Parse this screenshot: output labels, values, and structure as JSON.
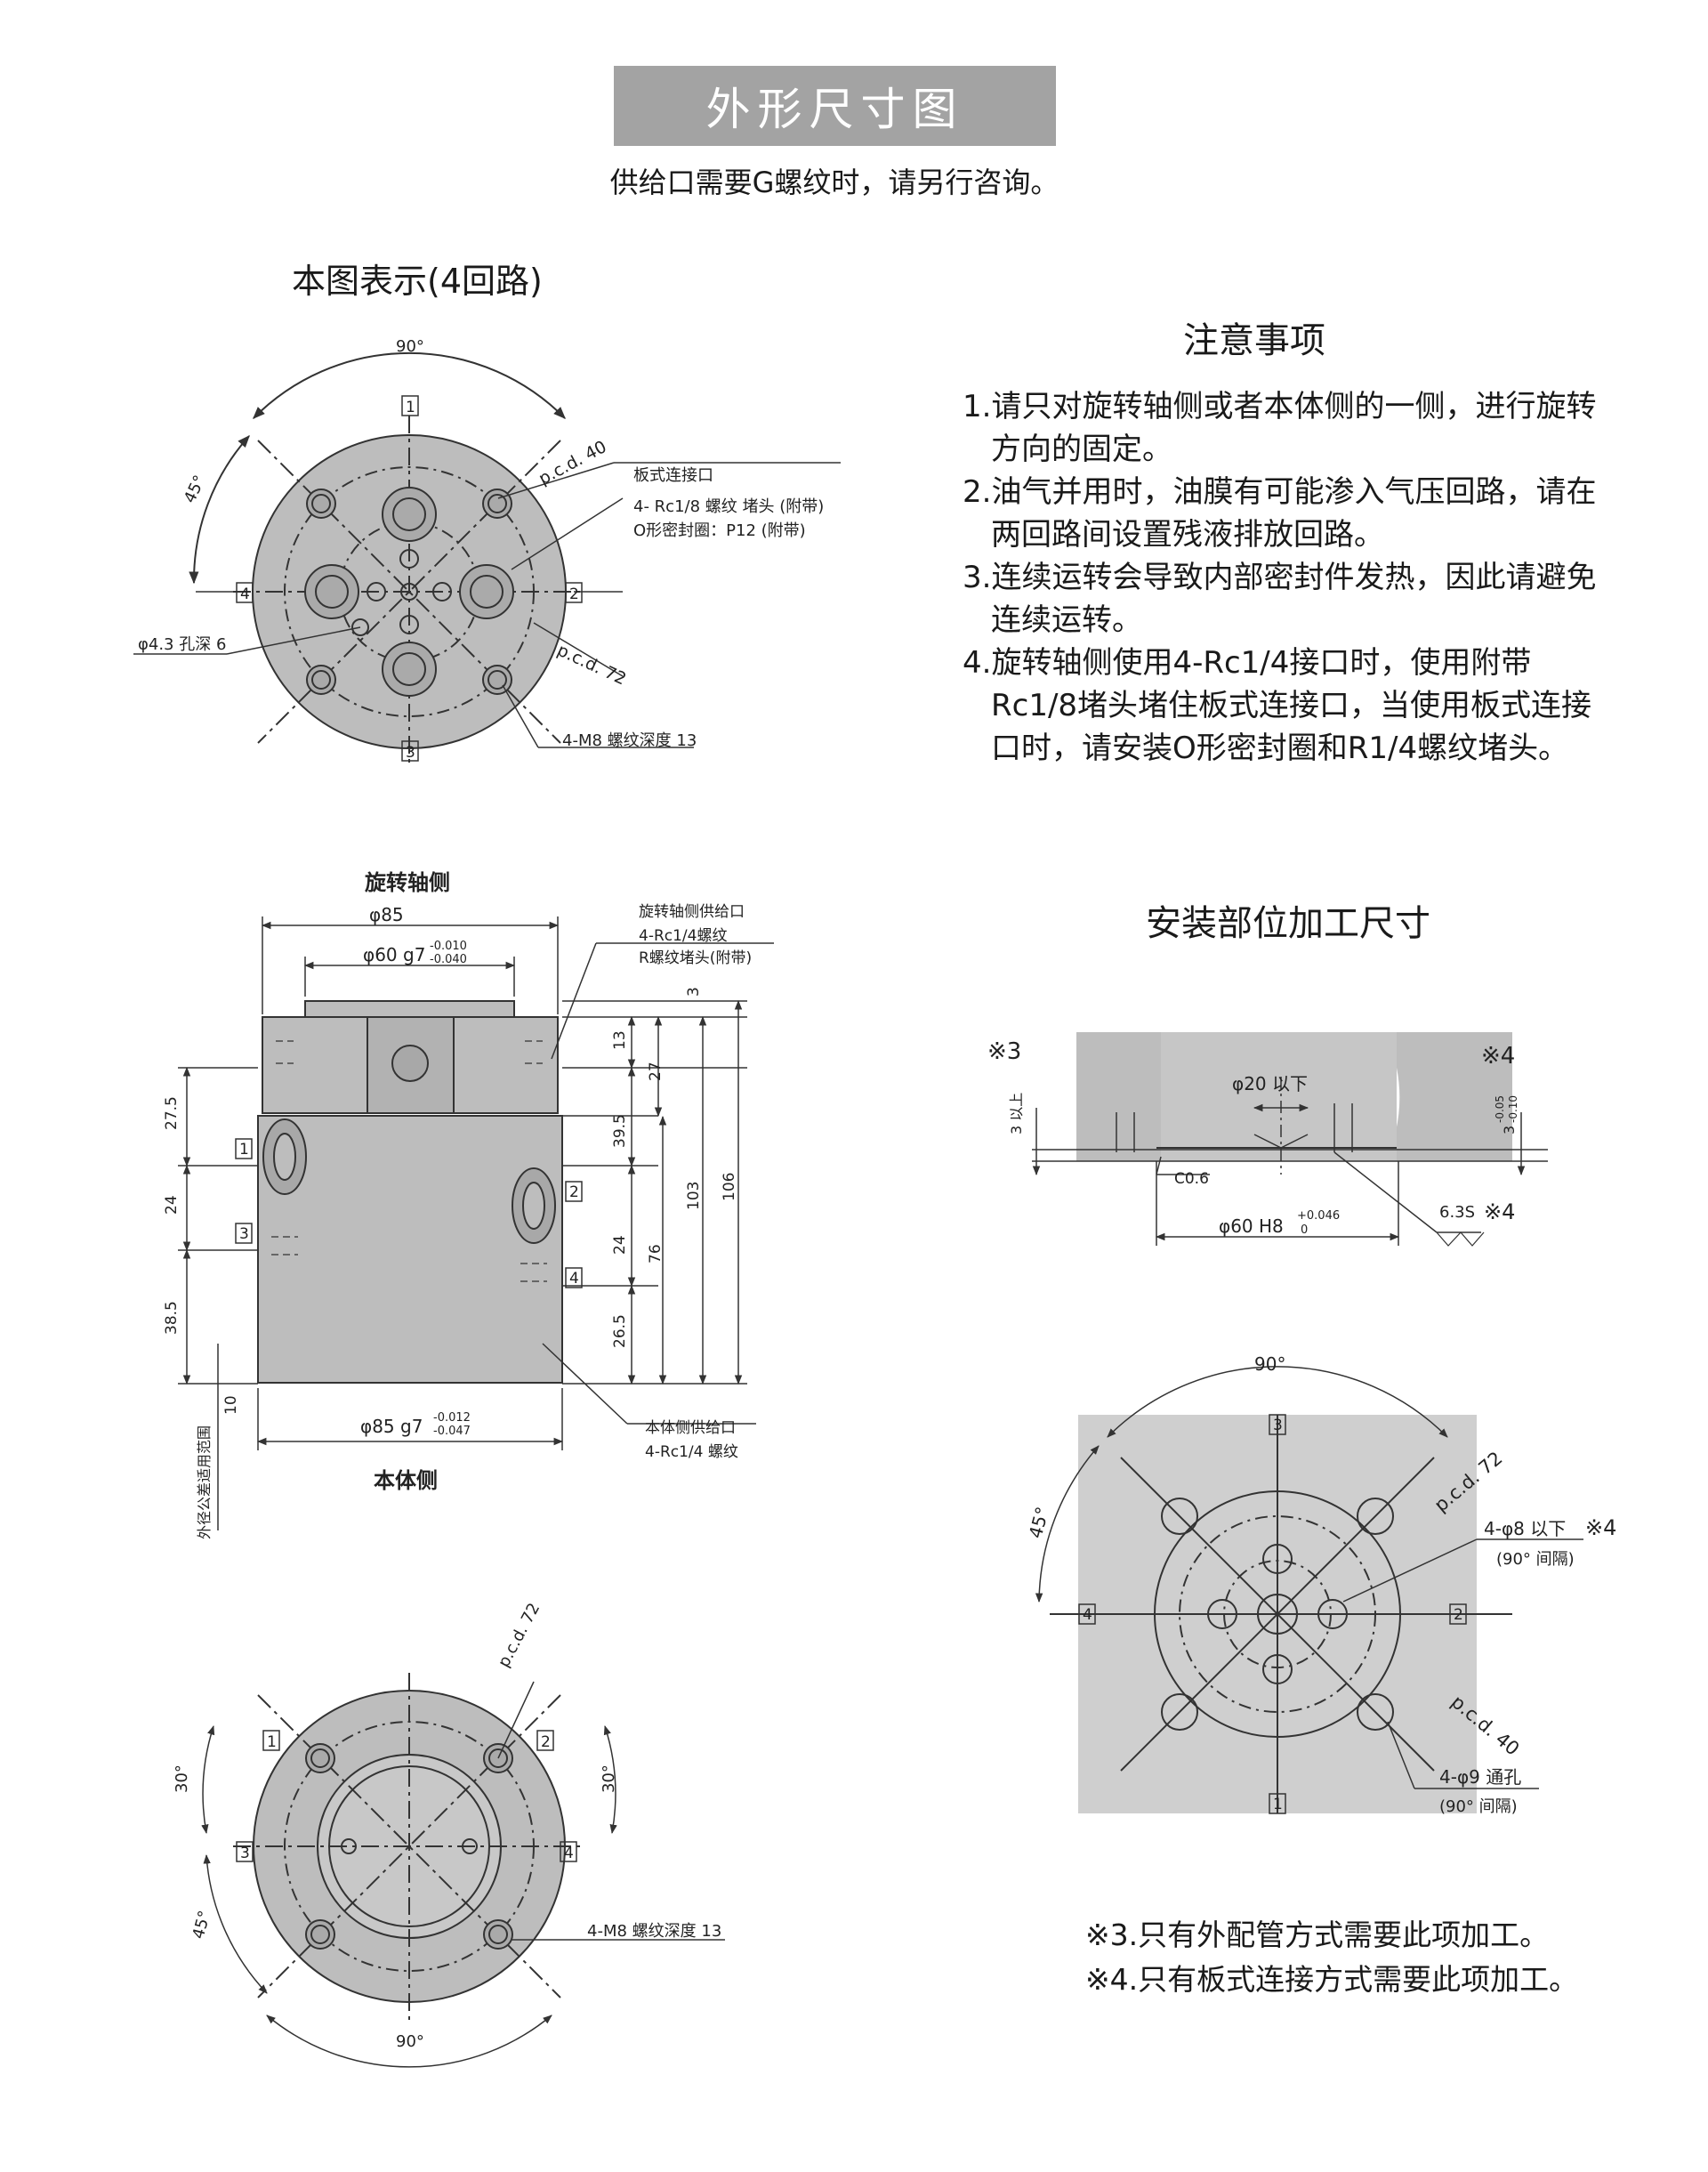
{
  "header": {
    "title": "外形尺寸图",
    "subtitle": "供给口需要G螺纹时，请另行咨询。"
  },
  "colors": {
    "banner": "#a3a3a3",
    "part_fill": "#bdbdbd",
    "part_dark": "#a8a8a8",
    "line": "#333333"
  },
  "top_view": {
    "caption": "本图表示(4回路)",
    "angle": "90°",
    "angle45": "45°",
    "pcd_inner": "p.c.d. 40",
    "pcd_outer": "p.c.d. 72",
    "port_note_1": "板式连接口",
    "port_note_2": "4- Rc1/8 螺纹  堵头 (附带)",
    "port_note_3": "O形密封圈：P12 (附带)",
    "hole_note": "φ4.3 孔深 6",
    "thread_note": "4-M8 螺纹深度 13",
    "marks": [
      "1",
      "2",
      "3",
      "4"
    ]
  },
  "notes": {
    "heading": "注意事项",
    "items": [
      "1.请只对旋转轴侧或者本体侧的一侧，进行旋转方向的固定。",
      "2.油气并用时，油膜有可能渗入气压回路，请在两回路间设置残液排放回路。",
      "3.连续运转会导致内部密封件发热，因此请避免连续运转。",
      "4.旋转轴侧使用4-Rc1/4接口时，使用附带Rc1/8堵头堵住板式连接口，当使用板式连接口时，请安装O形密封圈和R1/4螺纹堵头。"
    ]
  },
  "side_view": {
    "top_label": "旋转轴侧",
    "bottom_label": "本体侧",
    "d85": "φ85",
    "d60": "φ60 g7",
    "d60_tol_up": "-0.010",
    "d60_tol_lo": "-0.040",
    "d85b": "φ85 g7",
    "d85b_tol_up": "-0.012",
    "d85b_tol_lo": "-0.047",
    "supply_top_1": "旋转轴侧供给口",
    "supply_top_2": "4-Rc1/4螺纹",
    "supply_top_3": "R螺纹堵头(附带)",
    "supply_bot_1": "本体侧供给口",
    "supply_bot_2": "4-Rc1/4 螺纹",
    "range_note": "外径公差适用范围",
    "dims_left": [
      "27.5",
      "24",
      "38.5",
      "10"
    ],
    "dims_right": [
      "3",
      "13",
      "27",
      "39.5",
      "24",
      "26.5",
      "76",
      "103",
      "106"
    ],
    "marks": [
      "1",
      "2",
      "3",
      "4"
    ]
  },
  "bottom_view": {
    "pcd": "p.c.d. 72",
    "angle30": "30°",
    "angle45": "45°",
    "angle90": "90°",
    "thread_note": "4-M8 螺纹深度 13",
    "marks": [
      "1",
      "2",
      "3",
      "4"
    ]
  },
  "install": {
    "heading": "安装部位加工尺寸",
    "ref3": "※3",
    "ref4": "※4",
    "d20": "φ20 以下",
    "depth_min": "3 以上",
    "depth_tol": "3",
    "depth_tol_up": "-0.05",
    "depth_tol_lo": "-0.10",
    "chamfer": "C0.6",
    "d60": "φ60 H8",
    "d60_tol_up": "+0.046",
    "d60_tol_lo": "0",
    "roughness": "6.3S",
    "plate_angle90": "90°",
    "plate_angle45": "45°",
    "pcd_outer": "p.c.d. 72",
    "pcd_inner": "p.c.d. 40",
    "holes_small": "4-φ8 以下",
    "holes_small_spacing": "(90° 间隔)",
    "holes_big": "4-φ9 通孔",
    "holes_big_spacing": "(90° 间隔)",
    "marks": [
      "1",
      "2",
      "3",
      "4"
    ]
  },
  "footnotes": [
    "※3.只有外配管方式需要此项加工。",
    "※4.只有板式连接方式需要此项加工。"
  ]
}
